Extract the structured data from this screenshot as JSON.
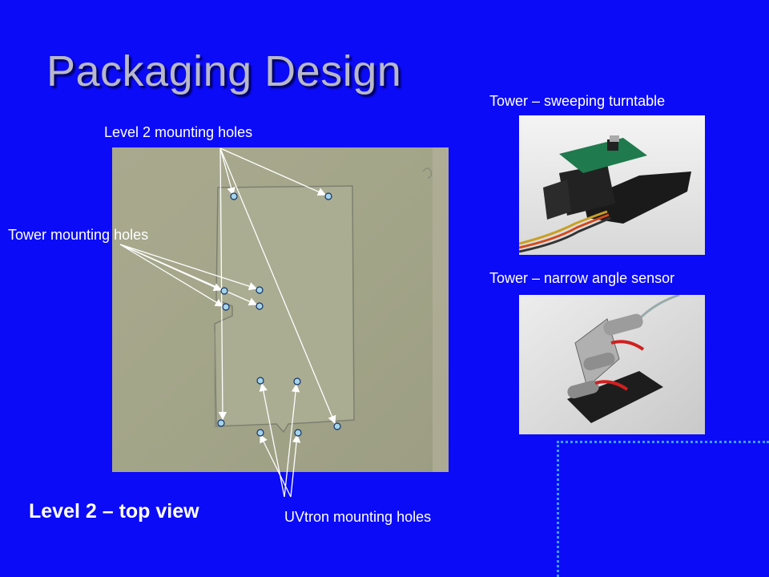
{
  "slide": {
    "title": "Packaging Design",
    "labels": {
      "level2_mounting_holes": "Level 2 mounting holes",
      "tower_mounting_holes": "Tower mounting holes",
      "uvtron_mounting_holes": "UVtron mounting holes",
      "tower_sweeping_turntable": "Tower – sweeping turntable",
      "tower_narrow_angle_sensor": "Tower – narrow angle sensor",
      "level2_top_view": "Level 2 – top view"
    }
  },
  "colors": {
    "background": "#0b0bf7",
    "hole_fill": "#a6d4e8",
    "arrow": "#ffffff",
    "accent_dotted": "#3aa0ff"
  }
}
